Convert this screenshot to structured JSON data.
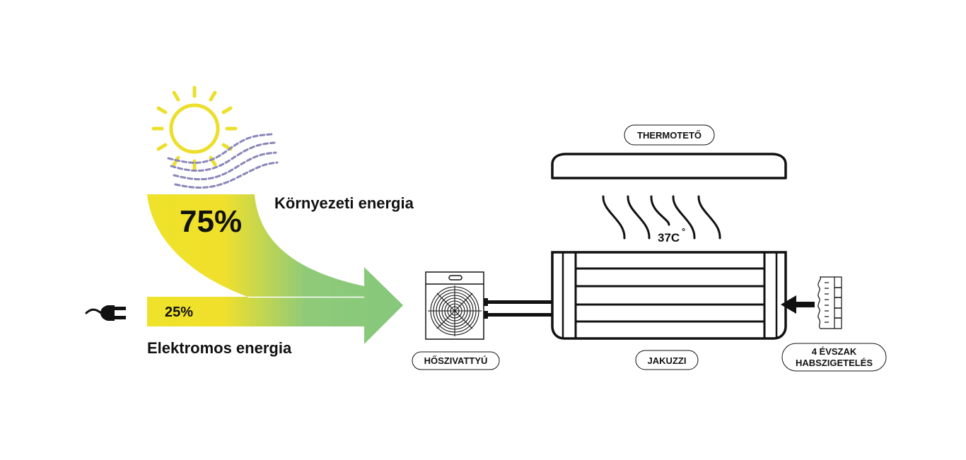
{
  "colors": {
    "sun": "#ecdf2c",
    "waves": "#8a86b8",
    "gradient_start": "#f2e32a",
    "gradient_end": "#86c87c",
    "line": "#111111",
    "background": "#ffffff"
  },
  "environmental": {
    "percent_label": "75%",
    "label": "Környezeti energia",
    "share_percent": 75
  },
  "electric": {
    "percent_label": "25%",
    "label": "Elektromos energia",
    "share_percent": 25
  },
  "heat_pump": {
    "label": "HŐSZIVATTYÚ"
  },
  "thermo_cover": {
    "label": "THERMOTETŐ"
  },
  "jacuzzi": {
    "label": "JAKUZZI",
    "temperature": "37C",
    "degree_symbol": "°"
  },
  "insulation": {
    "label_line1": "4 ÉVSZAK",
    "label_line2": "HABSZIGETELÉS"
  },
  "icons": {
    "sun": "sun-icon",
    "heat_waves": "heat-waves-icon",
    "plug": "plug-icon",
    "fan": "fan-icon",
    "foam_block": "foam-insulation-icon"
  }
}
